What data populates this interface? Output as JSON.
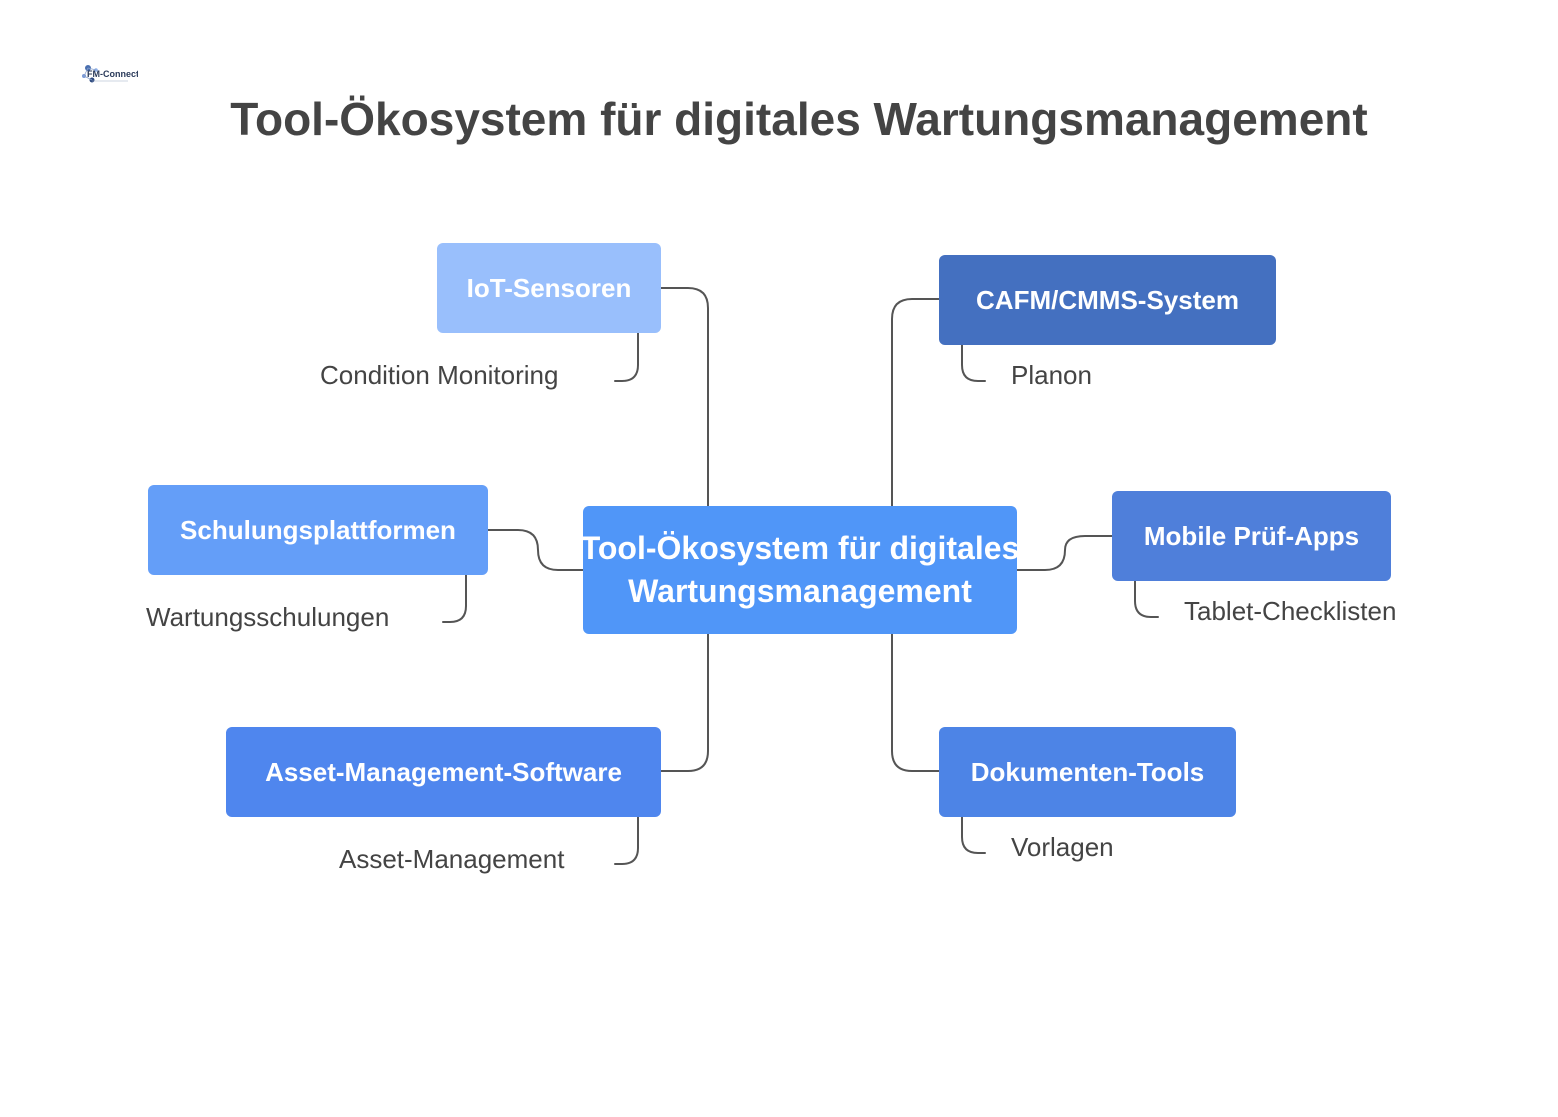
{
  "header": {
    "title": "Tool-Ökosystem für digitales Wartungsmanagement",
    "logo_text": "FM-Connect.com"
  },
  "center": {
    "line1": "Tool-Ökosystem für digitales",
    "line2": "Wartungsmanagement",
    "color": "#5096F8"
  },
  "branches": {
    "iot": {
      "label": "IoT-Sensoren",
      "detail": "Condition Monitoring",
      "color": "#99BFFC"
    },
    "cafm": {
      "label": "CAFM/CMMS-System",
      "detail": "Planon",
      "color": "#4470C0"
    },
    "schulung": {
      "label": "Schulungsplattformen",
      "detail": "Wartungsschulungen",
      "color": "#649EF8"
    },
    "mobile": {
      "label": "Mobile Prüf-Apps",
      "detail": "Tablet-Checklisten",
      "color": "#4F7FDA"
    },
    "asset": {
      "label": "Asset-Management-Software",
      "detail": "Asset-Management",
      "color": "#4F86EE"
    },
    "doku": {
      "label": "Dokumenten-Tools",
      "detail": "Vorlagen",
      "color": "#4D84E6"
    }
  },
  "colors": {
    "connector": "#555555",
    "title": "#444444"
  }
}
